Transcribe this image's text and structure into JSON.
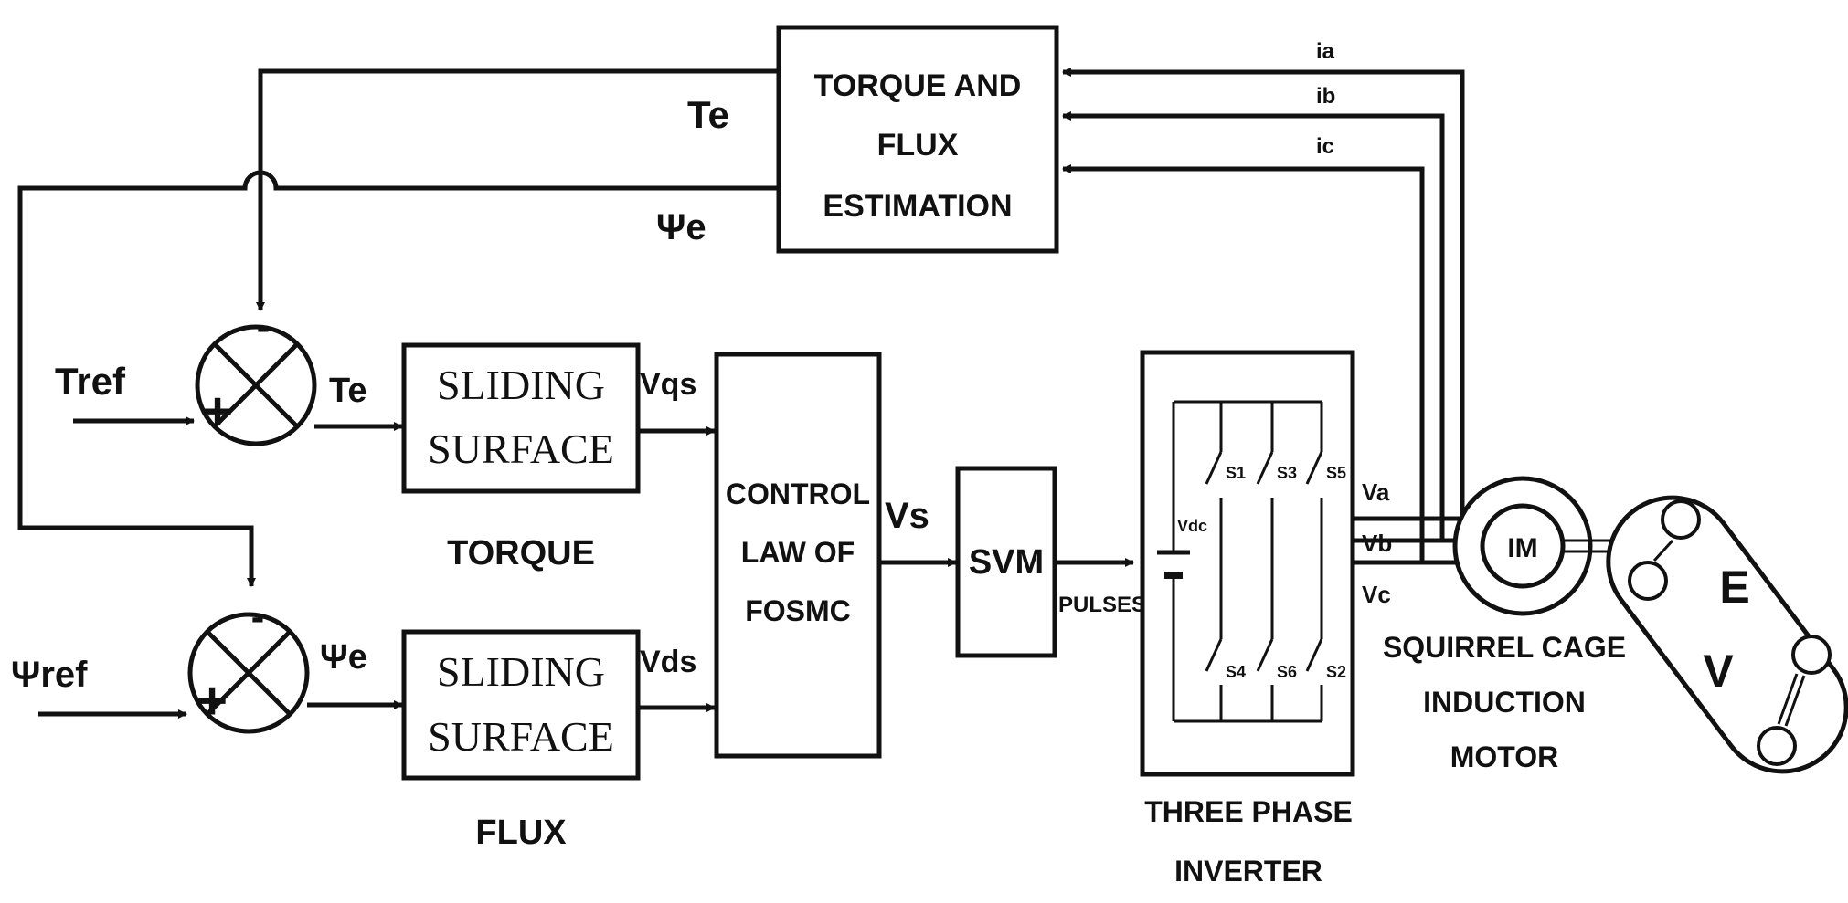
{
  "estimator": {
    "line1": "TORQUE AND",
    "line2": "FLUX",
    "line3": "ESTIMATION"
  },
  "signals": {
    "te_feedback": "Te",
    "psi_feedback": "Ψe",
    "ia": "ia",
    "ib": "ib",
    "ic": "ic",
    "tref": "Tref",
    "psiref": "Ψref",
    "te_error": "Te",
    "psi_error": "Ψe",
    "vqs": "Vqs",
    "vds": "Vds",
    "vs": "Vs",
    "pulses": "PULSES",
    "va": "Va",
    "vb": "Vb",
    "vc": "Vc"
  },
  "summers": {
    "minus": "-",
    "plus": "+"
  },
  "sliding_torque": {
    "line1": "SLIDING",
    "line2": "SURFACE",
    "caption": "TORQUE"
  },
  "sliding_flux": {
    "line1": "SLIDING",
    "line2": "SURFACE",
    "caption": "FLUX"
  },
  "control_law": {
    "line1": "CONTROL",
    "line2": "LAW OF",
    "line3": "FOSMC"
  },
  "svm": {
    "label": "SVM"
  },
  "inverter": {
    "vdc": "Vdc",
    "switches_top": [
      "S1",
      "S3",
      "S5"
    ],
    "switches_bottom": [
      "S4",
      "S6",
      "S2"
    ],
    "caption_line1": "THREE PHASE",
    "caption_line2": "INVERTER"
  },
  "motor": {
    "label": "IM",
    "caption_line1": "SQUIRREL CAGE",
    "caption_line2": "INDUCTION",
    "caption_line3": "MOTOR"
  },
  "vehicle": {
    "letter1": "E",
    "letter2": "V"
  }
}
